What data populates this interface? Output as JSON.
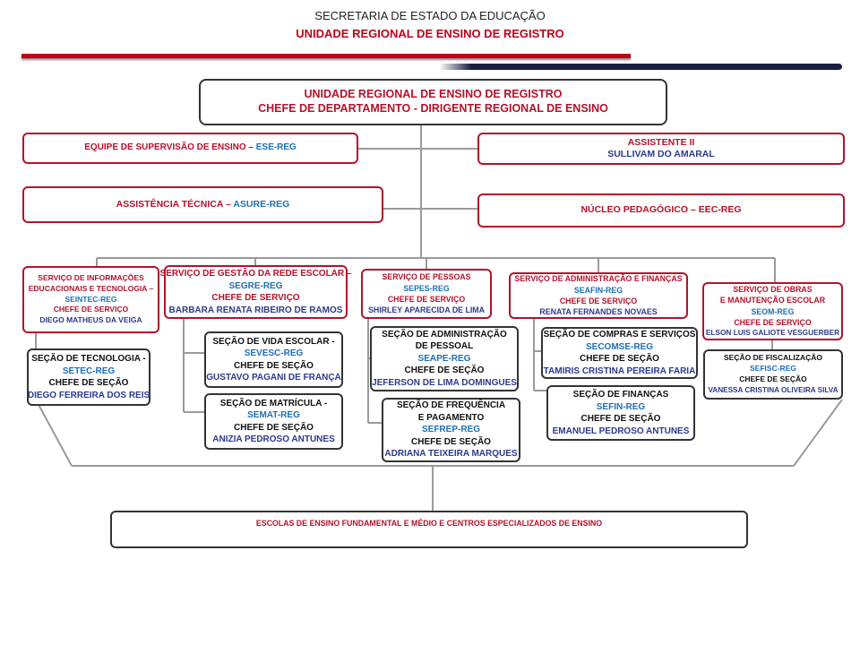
{
  "header": {
    "line1": "SECRETARIA DE ESTADO DA EDUCAÇÃO",
    "line2": "UNIDADE REGIONAL DE ENSINO DE REGISTRO"
  },
  "colors": {
    "red": "#b5122b",
    "blue": "#1f6fb5",
    "navy": "#2b3a8f",
    "dark": "#333333"
  },
  "top": {
    "line1": "UNIDADE REGIONAL DE ENSINO DE REGISTRO",
    "line2": "CHEFE DE DEPARTAMENTO - DIRIGENTE REGIONAL DE ENSINO"
  },
  "ese": {
    "label": "EQUIPE DE SUPERVISÃO DE ENSINO – ",
    "code": "ESE-REG"
  },
  "assistente": {
    "title": "ASSISTENTE II",
    "name": "SULLIVAM DO AMARAL"
  },
  "asure": {
    "label": "ASSISTÊNCIA TÉCNICA – ",
    "code": "ASURE-REG"
  },
  "eec": {
    "label": "NÚCLEO  PEDAGÓGICO – EEC-REG"
  },
  "seintec": {
    "l1": "SERVIÇO DE INFORMAÇÕES",
    "l2": "EDUCACIONAIS E TECNOLOGIA –",
    "code": "SEINTEC-REG",
    "role": "CHEFE DE SERVIÇO",
    "name": "DIEGO MATHEUS DA VEIGA"
  },
  "setec": {
    "l1": "SEÇÃO DE TECNOLOGIA -",
    "code": "SETEC-REG",
    "role": "CHEFE DE SEÇÃO",
    "name": "DIEGO FERREIRA DOS REIS"
  },
  "segre": {
    "l1": "SERVIÇO DE GESTÃO DA REDE ESCOLAR –",
    "code": "SEGRE-REG",
    "role": "CHEFE DE SERVIÇO",
    "name": "BARBARA RENATA RIBEIRO DE RAMOS"
  },
  "sevesc": {
    "l1": "SEÇÃO DE VIDA ESCOLAR -",
    "code": "SEVESC-REG",
    "role": "CHEFE DE SEÇÃO",
    "name": "GUSTAVO PAGANI DE FRANÇA"
  },
  "semat": {
    "l1": "SEÇÃO DE MATRÍCULA -",
    "code": "SEMAT-REG",
    "role": "CHEFE DE SEÇÃO",
    "name": "ANIZIA PEDROSO ANTUNES"
  },
  "sepes": {
    "l1": "SERVIÇO DE PESSOAS",
    "code": "SEPES-REG",
    "role": "CHEFE DE SERVIÇO",
    "name": "SHIRLEY APARECIDA DE LIMA"
  },
  "seape": {
    "l1": "SEÇÃO DE ADMINISTRAÇÃO",
    "l2": "DE PESSOAL",
    "code": "SEAPE-REG",
    "role": "CHEFE DE SEÇÃO",
    "name": "JEFERSON DE LIMA DOMINGUES"
  },
  "sefrep": {
    "l1": "SEÇÃO DE FREQUÊNCIA",
    "l2": "E PAGAMENTO",
    "code": "SEFREP-REG",
    "role": "CHEFE DE SEÇÃO",
    "name": "ADRIANA TEIXEIRA MARQUES"
  },
  "seafin": {
    "l1": "SERVIÇO DE ADMINISTRAÇÃO E FINANÇAS",
    "code": "SEAFIN-REG",
    "role": "CHEFE DE SERVIÇO",
    "name": "RENATA FERNANDES NOVAES"
  },
  "secomse": {
    "l1": "SEÇÃO DE COMPRAS E SERVIÇOS",
    "code": "SECOMSE-REG",
    "role": "CHEFE DE SEÇÃO",
    "name": "TAMIRIS CRISTINA PEREIRA FARIA"
  },
  "sefin": {
    "l1": "SEÇÃO DE FINANÇAS",
    "code": "SEFIN-REG",
    "role": "CHEFE DE SEÇÃO",
    "name": "EMANUEL PEDROSO ANTUNES"
  },
  "seom": {
    "l1": "SERVIÇO DE OBRAS",
    "l2": "E MANUTENÇÃO ESCOLAR",
    "code": "SEOM-REG",
    "role": "CHEFE DE SERVIÇO",
    "name": "ELSON LUIS GALIOTE VESGUERBER"
  },
  "sefisc": {
    "l1": "SEÇÃO DE FISCALIZAÇÃO",
    "code": "SEFISC-REG",
    "role": "CHEFE DE SEÇÃO",
    "name": "VANESSA CRISTINA OLIVEIRA SILVA"
  },
  "escolas": {
    "label": "ESCOLAS DE ENSINO FUNDAMENTAL E MÉDIO E CENTROS ESPECIALIZADOS DE ENSINO"
  }
}
